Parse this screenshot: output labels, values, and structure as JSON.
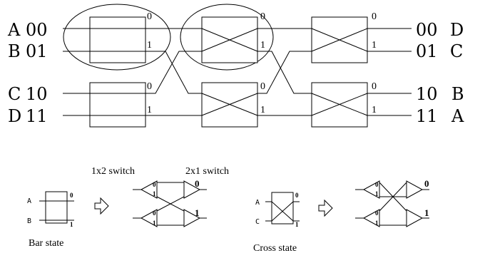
{
  "network": {
    "inputs": [
      {
        "name": "A",
        "code": "00"
      },
      {
        "name": "B",
        "code": "01"
      },
      {
        "name": "C",
        "code": "10"
      },
      {
        "name": "D",
        "code": "11"
      }
    ],
    "outputs": [
      {
        "code": "00",
        "name": "D"
      },
      {
        "code": "01",
        "name": "C"
      },
      {
        "code": "10",
        "name": "B"
      },
      {
        "code": "11",
        "name": "A"
      }
    ],
    "port_zero": "0",
    "port_one": "1"
  },
  "legend": {
    "switch_1x2": "1x2 switch",
    "switch_2x1": "2x1 switch",
    "bar_state": "Bar state",
    "cross_state": "Cross state",
    "bar_inputs": [
      "A",
      "B"
    ],
    "cross_inputs": [
      "A",
      "C"
    ],
    "bold_zero": "0",
    "bold_one": "1",
    "small_zero": "0",
    "small_one": "1"
  }
}
